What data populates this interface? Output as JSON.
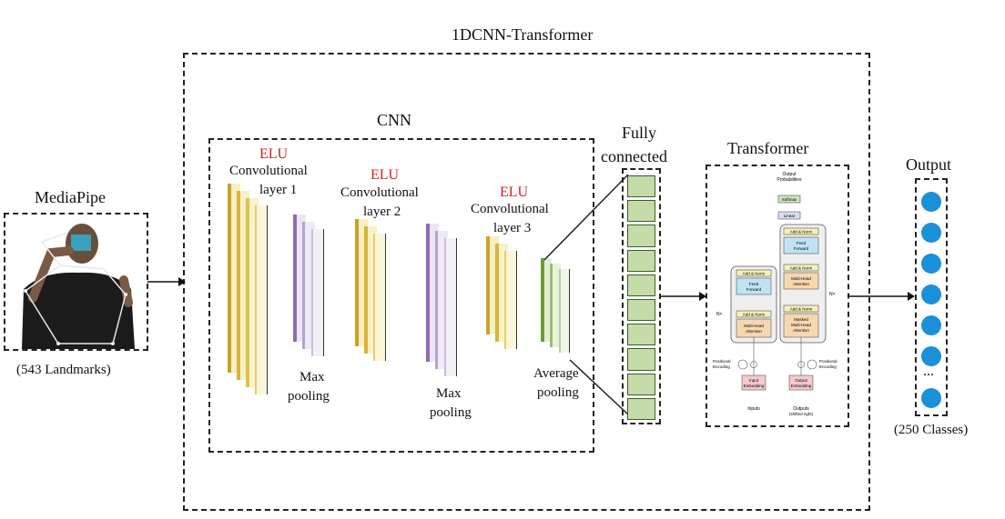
{
  "main_title": "1DCNN-Transformer",
  "mediapipe": {
    "title": "MediaPipe",
    "caption": "(543 Landmarks)"
  },
  "cnn": {
    "title": "CNN",
    "conv1": {
      "activation": "ELU",
      "line1": "Convolutional",
      "line2": "layer 1"
    },
    "pool1": {
      "line1": "Max",
      "line2": "pooling"
    },
    "conv2": {
      "activation": "ELU",
      "line1": "Convolutional",
      "line2": "layer 2"
    },
    "pool2": {
      "line1": "Max",
      "line2": "pooling"
    },
    "conv3": {
      "activation": "ELU",
      "line1": "Convolutional",
      "line2": "layer 3"
    },
    "pool3": {
      "line1": "Average",
      "line2": "pooling"
    }
  },
  "fully_connected": {
    "line1": "Fully",
    "line2": "connected",
    "cells": 10
  },
  "transformer": {
    "title": "Transformer",
    "output_probabilities_1": "Output",
    "output_probabilities_2": "Probabilities",
    "softmax": "Softmax",
    "linear": "Linear",
    "add_norm": "Add & Norm",
    "feed_forward_1": "Feed",
    "feed_forward_2": "Forward",
    "multi_head_1": "Multi-Head",
    "multi_head_2": "Attention",
    "masked_1": "Masked",
    "masked_2": "Multi-Head",
    "masked_3": "Attention",
    "nx": "N×",
    "pos_enc_1": "Positional",
    "pos_enc_2": "Encoding",
    "input_emb_1": "Input",
    "input_emb_2": "Embedding",
    "output_emb_1": "Output",
    "output_emb_2": "Embedding",
    "inputs": "Inputs",
    "outputs_1": "Outputs",
    "outputs_2": "(shifted right)"
  },
  "output": {
    "title": "Output",
    "ellipsis": "...",
    "caption": "(250 Classes)",
    "node_color": "#1a90d9"
  },
  "colors": {
    "conv": "#c9a227",
    "conv_light": "#f7efc2",
    "pool": "#8e6bb5",
    "pool_light": "#ece6f3",
    "avg_pool": "#6f9a3a",
    "fc_cell": "#c6dca8",
    "elu": "#cc2222"
  }
}
